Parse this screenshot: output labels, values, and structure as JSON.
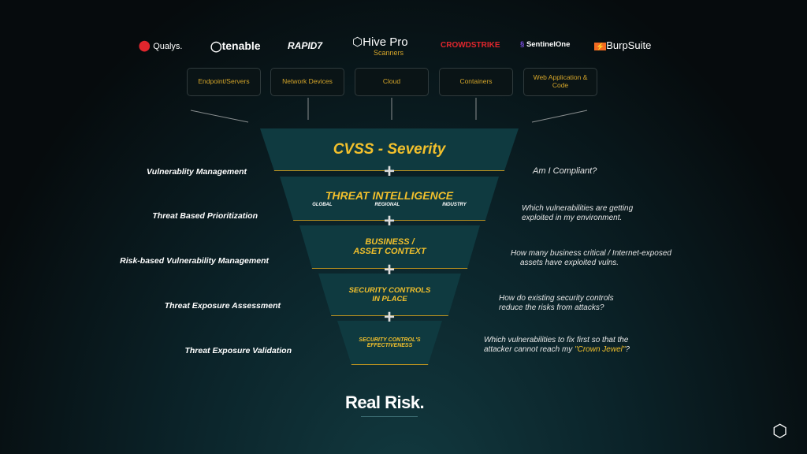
{
  "scanners": {
    "logos": [
      "Qualys.",
      "tenable",
      "RAPID7",
      "Hive Pro",
      "CROWDSTRIKE",
      "SentinelOne",
      "BurpSuite"
    ],
    "label": "Scanners"
  },
  "sources": [
    "Endpoint/Servers",
    "Network Devices",
    "Cloud",
    "Containers",
    "Web Application & Code"
  ],
  "funnel": [
    {
      "title": "CVSS - Severity"
    },
    {
      "title": "THREAT INTELLIGENCE",
      "sub": [
        "GLOBAL",
        "REGIONAL",
        "INDUSTRY"
      ]
    },
    {
      "title": "BUSINESS /",
      "title2": "ASSET CONTEXT"
    },
    {
      "title": "SECURITY CONTROLS",
      "title2": "IN PLACE"
    },
    {
      "title": "SECURITY CONTROL'S",
      "title2": "EFFECTIVENESS"
    }
  ],
  "plus": "+",
  "left_labels": [
    "Vulnerablity Management",
    "Threat Based Prioritization",
    "Risk-based Vulnerability Management",
    "Threat Exposure Assessment",
    "Threat Exposure Validation"
  ],
  "right_labels": [
    {
      "l1": "Am I Compliant?"
    },
    {
      "l1": "Which vulnerabilities are getting",
      "l2": "exploited in my environment."
    },
    {
      "l1": "How many business critical / Internet-exposed",
      "l2": "assets have exploited vulns."
    },
    {
      "l1": "How do existing security controls",
      "l2": "reduce the risks from attacks?"
    },
    {
      "l1": "Which vulnerabilities to fix first so that the",
      "l2a": "attacker cannot reach my ",
      "l2b": "\"Crown Jewel\"",
      "l2c": "?"
    }
  ],
  "footer": "Real Risk.",
  "colors": {
    "accent": "#f2c02c",
    "tier": "#0f3a40"
  }
}
